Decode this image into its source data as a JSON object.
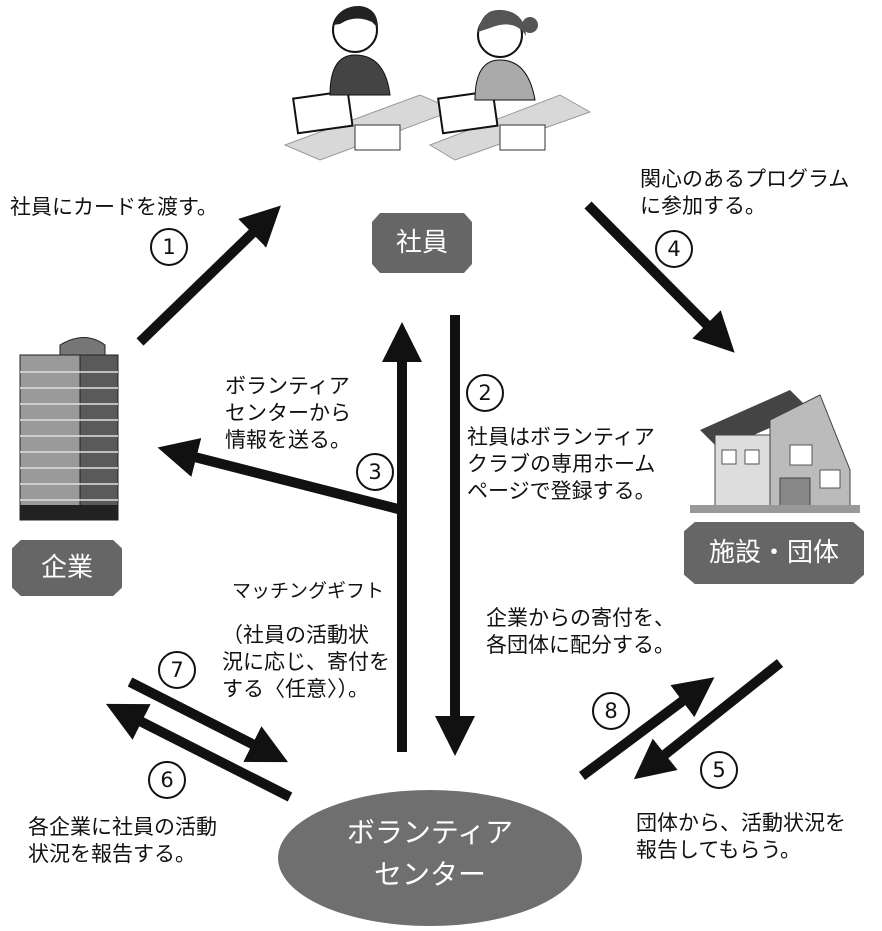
{
  "nodes": {
    "employee": "社員",
    "company": "企業",
    "facility": "施設・団体",
    "center_line1": "ボランティア",
    "center_line2": "センター"
  },
  "steps": {
    "s1_num": "1",
    "s1_text": "社員にカードを渡す。",
    "s2_num": "2",
    "s2_text": "社員はボランティア\nクラブの専用ホーム\nページで登録する。",
    "s3_num": "3",
    "s3_text": "ボランティア\nセンターから\n情報を送る。",
    "s4_num": "4",
    "s4_text": "関心のあるプログラム\nに参加する。",
    "s5_num": "5",
    "s5_text": "団体から、活動状況を\n報告してもらう。",
    "s6_num": "6",
    "s6_text": "各企業に社員の活動\n状況を報告する。",
    "s7_num": "7",
    "s7_title": "マッチングギフト",
    "s7_text": "（社員の活動状\n況に応じ、寄付を\nする〈任意〉）。",
    "s8_num": "8",
    "s8_text": "企業からの寄付を、\n各団体に配分する。"
  }
}
